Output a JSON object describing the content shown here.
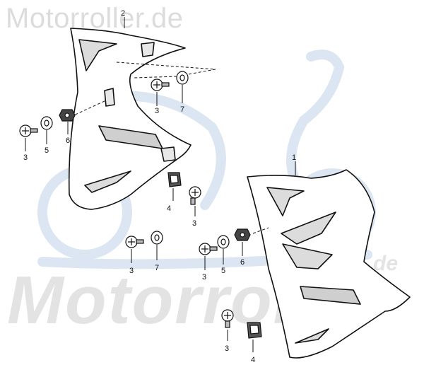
{
  "watermark": {
    "top_text": "Motorroller.de",
    "big_text": "Motorroller",
    "de_text": "de",
    "logo_icon": "scooter-logo-icon"
  },
  "parts": {
    "left_panel_label": "2",
    "right_panel_label": "1",
    "screw_label": "3",
    "washer_label": "5",
    "nut_label": "6",
    "flat_washer_label": "7",
    "clip_nut_label": "4"
  }
}
